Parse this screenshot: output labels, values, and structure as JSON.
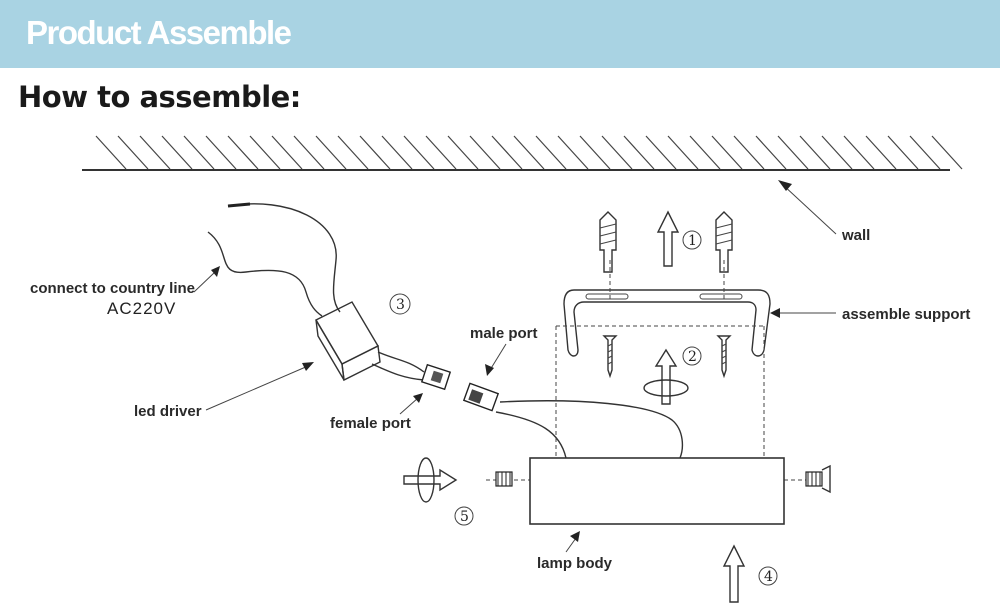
{
  "header": {
    "title": "Product Assemble"
  },
  "section_title": "How to assemble:",
  "labels": {
    "wall": "wall",
    "connect": "connect to country line",
    "voltage": "AC220V",
    "male_port": "male port",
    "assemble_support": "assemble support",
    "led_driver": "led driver",
    "female_port": "female port",
    "lamp_body": "lamp body"
  },
  "steps": [
    "1",
    "2",
    "3",
    "4",
    "5"
  ]
}
